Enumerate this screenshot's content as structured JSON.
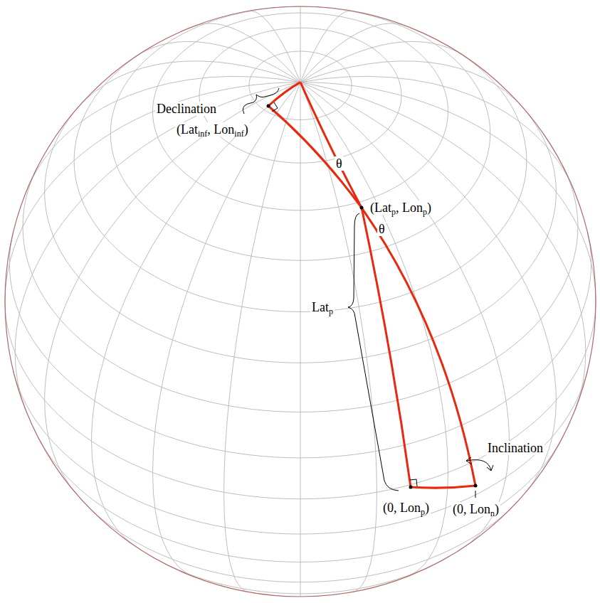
{
  "diagram": {
    "labels": [
      "Declination",
      "(Latinf, Loninf)",
      "θ",
      "(Latp, Lonp)",
      "θ",
      "Latp",
      "(0, Lonp)",
      "(0, Lonn)",
      "Inclination"
    ]
  }
}
